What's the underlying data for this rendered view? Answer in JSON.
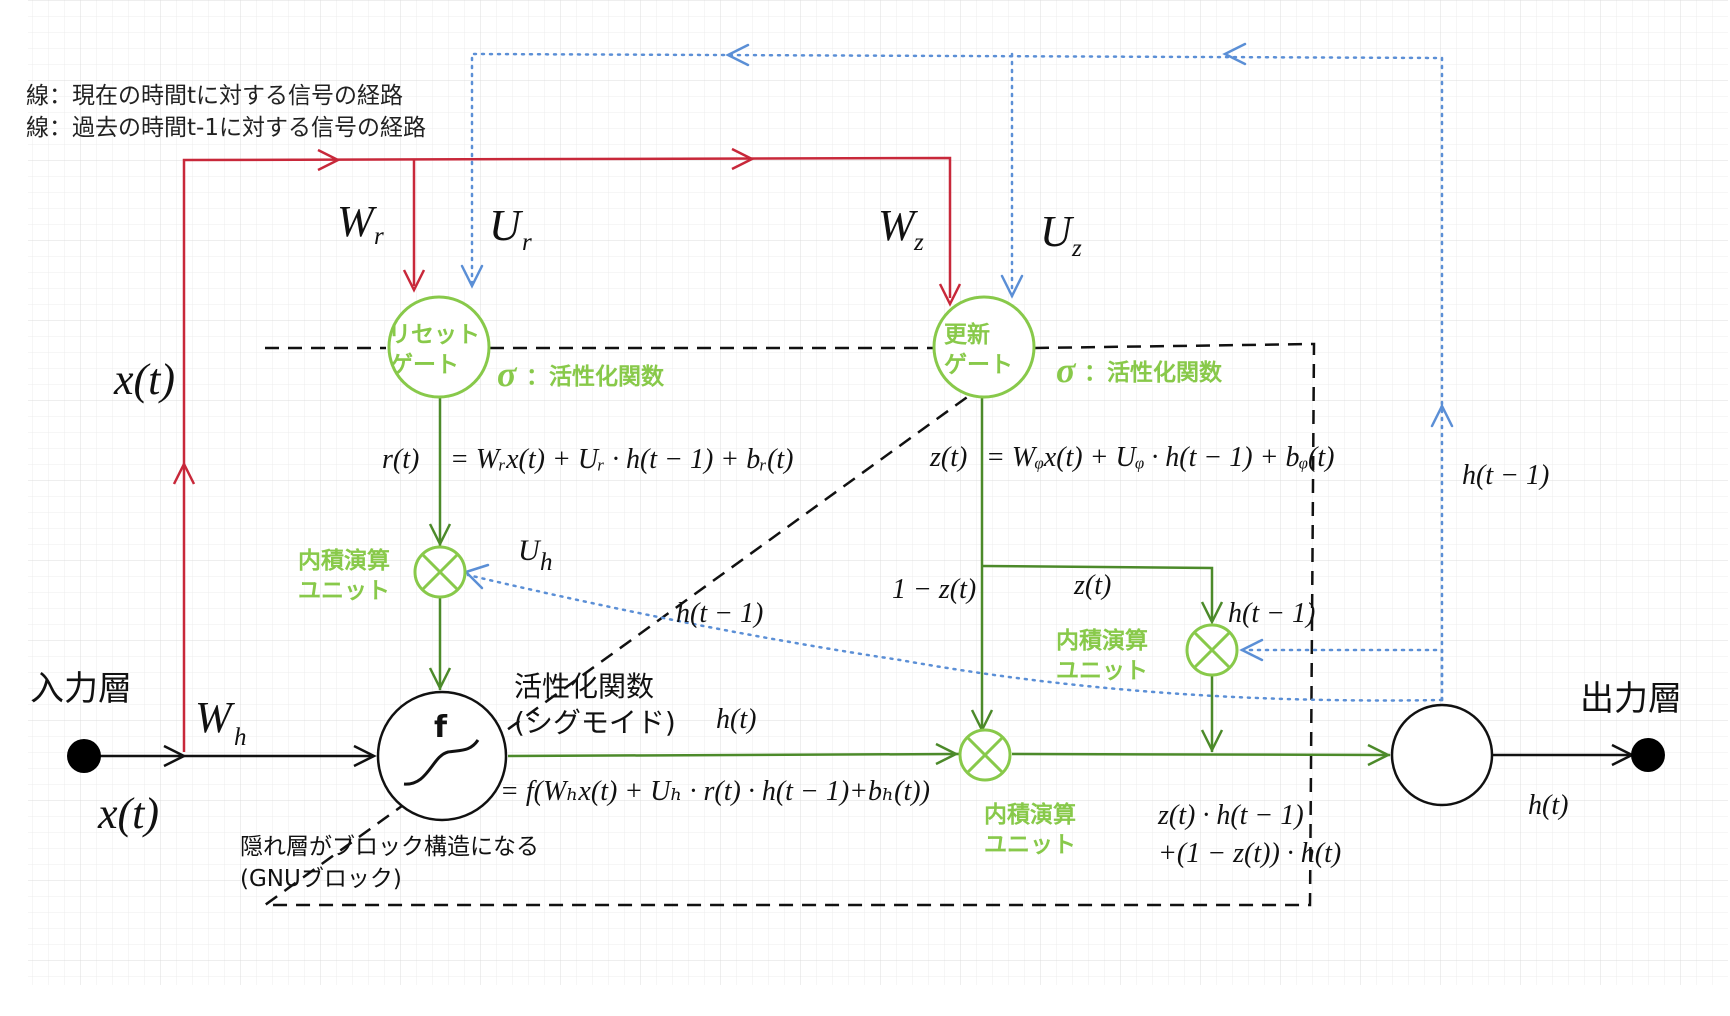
{
  "legend": {
    "line1": "線：現在の時間tに対する信号の経路",
    "line2": "線：過去の時間t-1に対する信号の経路"
  },
  "layers": {
    "input": "入力層",
    "output": "出力層"
  },
  "labels": {
    "x_t_upper": "x(t)",
    "x_t_lower": "x(t)",
    "W_r": "W",
    "W_r_sub": "r",
    "U_r": "U",
    "U_r_sub": "r",
    "W_z": "W",
    "W_z_sub": "z",
    "U_z": "U",
    "U_z_sub": "z",
    "W_h": "W",
    "W_h_sub": "h",
    "U_h": "U",
    "U_h_sub": "h",
    "h_t_minus_1_right": "h(t − 1)",
    "h_t_minus_1_mid": "h(t − 1)",
    "h_t_minus_1_gate": "h(t − 1)",
    "h_t_hidden": "h(t)",
    "h_t_output": "h(t)",
    "r_t": "r(t)",
    "z_t_top": "z(t)",
    "z_t_branch": "z(t)",
    "one_minus_z": "1 − z(t)",
    "f_symbol": "f"
  },
  "equations": {
    "reset": "= Wᵣx(t) + Uᵣ · h(t − 1) + bᵣ(t)",
    "update": "= Wᵩx(t) + Uᵩ · h(t − 1) + bᵩ(t)",
    "hidden": "= f(Wₕx(t) + Uₕ · r(t) · h(t − 1)+bₕ(t))",
    "output_line1": "z(t) · h(t − 1)",
    "output_line2": "+(1 − z(t)) · h(t)"
  },
  "gates": {
    "reset_line1": "リセット",
    "reset_line2": "ゲート",
    "update_line1": "更新",
    "update_line2": "ゲート",
    "sigma": "σ",
    "sigma_desc": "：活性化関数"
  },
  "units": {
    "inner_product_line1": "内積演算",
    "inner_product_line2": "ユニット"
  },
  "activation": {
    "line1": "活性化関数",
    "line2": "(シグモイド)"
  },
  "block": {
    "line1": "隠れ層がブロック構造になる",
    "line2": "(GNUブロック)"
  },
  "colors": {
    "current_path": "#c8283a",
    "past_path": "#5b8fd6",
    "gate_path": "#4c8a2a",
    "gate_label": "#88c94a"
  }
}
